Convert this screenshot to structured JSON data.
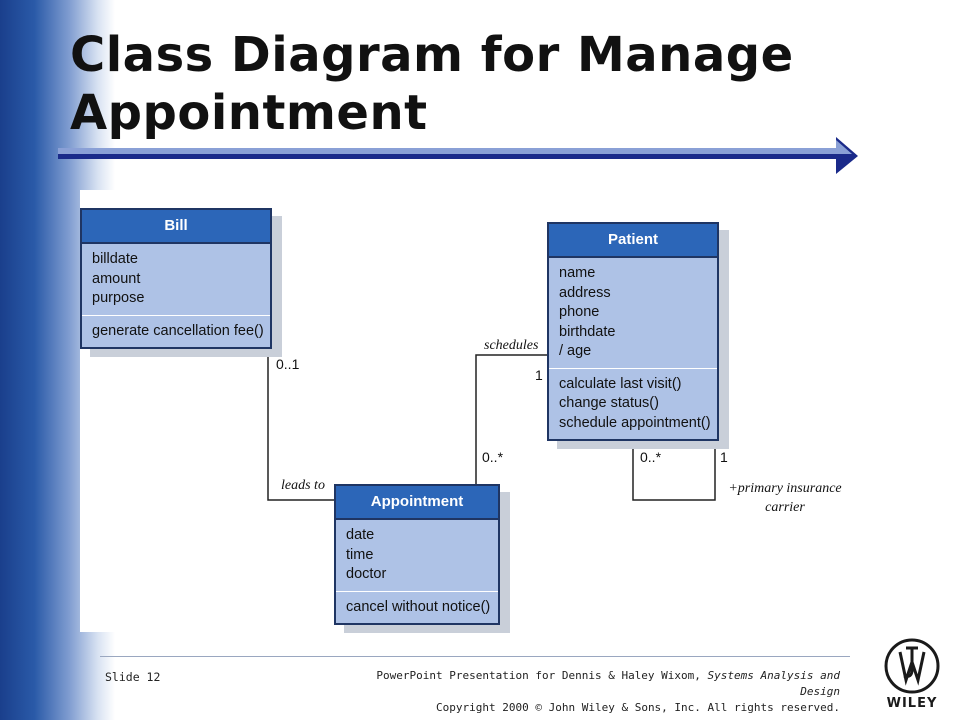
{
  "slide": {
    "title_line1": "Class Diagram for Manage",
    "title_line2": "Appointment"
  },
  "classes": {
    "bill": {
      "name": "Bill",
      "attributes": [
        "billdate",
        "amount",
        "purpose"
      ],
      "operations": [
        "generate cancellation fee()"
      ]
    },
    "patient": {
      "name": "Patient",
      "attributes": [
        "name",
        "address",
        "phone",
        "birthdate",
        "/ age"
      ],
      "operations": [
        "calculate last visit()",
        "change status()",
        "schedule appointment()"
      ]
    },
    "appointment": {
      "name": "Appointment",
      "attributes": [
        "date",
        "time",
        "doctor"
      ],
      "operations": [
        "cancel without notice()"
      ]
    }
  },
  "associations": {
    "leads_to": {
      "label": "leads to",
      "bill_multiplicity": "0..1"
    },
    "schedules": {
      "label": "schedules",
      "patient_multiplicity": "1",
      "appointment_multiplicity": "0..*"
    },
    "primary_insurance": {
      "label_line1": "+primary insurance",
      "label_line2": "carrier",
      "mult_left": "0..*",
      "mult_right": "1"
    }
  },
  "footer": {
    "slide_number": "Slide 12",
    "credit_line1_prefix": "PowerPoint Presentation for Dennis & Haley Wixom, ",
    "credit_line1_italic": "Systems Analysis and Design",
    "credit_line2": "Copyright 2000 © John Wiley & Sons, Inc.  All rights reserved.",
    "publisher": "WILEY"
  },
  "colors": {
    "class_fill": "#aec2e6",
    "class_header": "#2c66b8",
    "class_border": "#1f3563",
    "sidebar_blue": "#1a3f8c"
  }
}
